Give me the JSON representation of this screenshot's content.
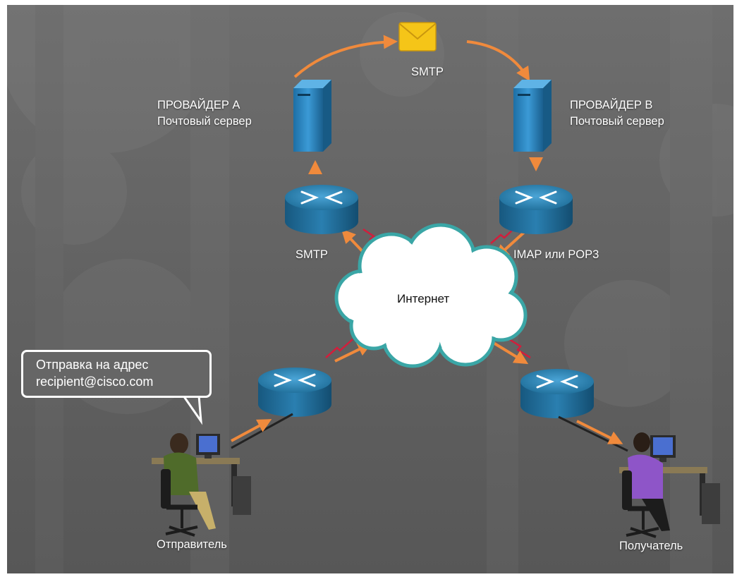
{
  "diagram": {
    "nodes": {
      "provider_a": {
        "line1": "ПРОВАЙДЕР А",
        "line2": "Почтовый сервер"
      },
      "provider_b": {
        "line1": "ПРОВАЙДЕР В",
        "line2": "Почтовый сервер"
      },
      "internet": "Интернет",
      "sender": "Отправитель",
      "recipient": "Получатель"
    },
    "protocols": {
      "server_to_server": "SMTP",
      "sender_side": "SMTP",
      "recipient_side": "IMAP или POP3"
    },
    "callout": {
      "line1": "Отправка на адрес",
      "line2": "recipient@cisco.com"
    },
    "colors": {
      "background": "#666666",
      "flow_arrow": "#f08a3c",
      "wan_link": "#d21e3c",
      "server": "#2e86c1",
      "router": "#1f6e99",
      "envelope": "#f5c518",
      "sender_shirt": "#4f6b2a",
      "recipient_shirt": "#8e55c8"
    }
  }
}
